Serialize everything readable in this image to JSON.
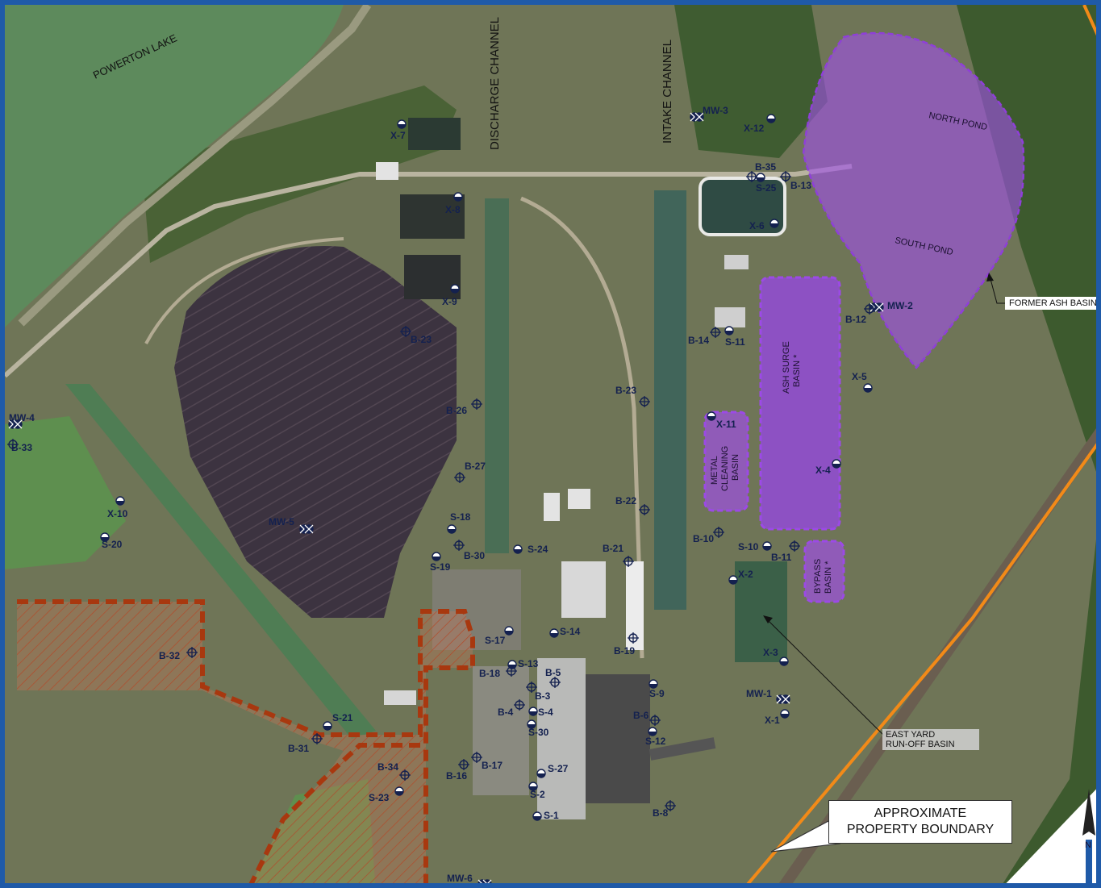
{
  "map": {
    "areas": {
      "powerton_lake": "POWERTON LAKE",
      "discharge_channel": "DISCHARGE CHANNEL",
      "intake_channel": "INTAKE CHANNEL",
      "north_pond": "NORTH POND",
      "south_pond": "SOUTH POND",
      "ash_surge_line1": "ASH SURGE",
      "ash_surge_line2": "BASIN *",
      "metal_line1": "METAL",
      "metal_line2": "CLEANING",
      "metal_line3": "BASIN",
      "bypass_line1": "BYPASS",
      "bypass_line2": "BASIN *"
    },
    "former_ash_basin": "FORMER ASH BASIN *",
    "east_yard_line1": "EAST YARD",
    "east_yard_line2": "RUN-OFF BASIN",
    "property_boundary_line1": "APPROXIMATE",
    "property_boundary_line2": "PROPERTY BOUNDARY",
    "north_arrow": "N",
    "wells": [
      {
        "id": "MW-3",
        "type": "monitor"
      },
      {
        "id": "X-12",
        "type": "half"
      },
      {
        "id": "X-7",
        "type": "half"
      },
      {
        "id": "X-8",
        "type": "half"
      },
      {
        "id": "X-9",
        "type": "half"
      },
      {
        "id": "B-35",
        "type": "boring"
      },
      {
        "id": "S-25",
        "type": "half"
      },
      {
        "id": "B-13",
        "type": "boring"
      },
      {
        "id": "X-6",
        "type": "half"
      },
      {
        "id": "MW-2",
        "type": "monitor"
      },
      {
        "id": "B-12",
        "type": "boring"
      },
      {
        "id": "B-23",
        "type": "boring"
      },
      {
        "id": "B-14",
        "type": "boring"
      },
      {
        "id": "S-11",
        "type": "half"
      },
      {
        "id": "X-5",
        "type": "half"
      },
      {
        "id": "B-26",
        "type": "boring"
      },
      {
        "id": "B-23",
        "type": "boring"
      },
      {
        "id": "X-11",
        "type": "half"
      },
      {
        "id": "MW-4",
        "type": "monitor"
      },
      {
        "id": "B-33",
        "type": "boring"
      },
      {
        "id": "X-4",
        "type": "half"
      },
      {
        "id": "B-27",
        "type": "boring"
      },
      {
        "id": "B-22",
        "type": "boring"
      },
      {
        "id": "X-10",
        "type": "half"
      },
      {
        "id": "MW-5",
        "type": "monitor"
      },
      {
        "id": "S-18",
        "type": "half"
      },
      {
        "id": "S-20",
        "type": "half"
      },
      {
        "id": "B-10",
        "type": "boring"
      },
      {
        "id": "S-10",
        "type": "half"
      },
      {
        "id": "B-11",
        "type": "boring"
      },
      {
        "id": "S-24",
        "type": "half"
      },
      {
        "id": "B-30",
        "type": "boring"
      },
      {
        "id": "S-19",
        "type": "half"
      },
      {
        "id": "B-21",
        "type": "boring"
      },
      {
        "id": "X-2",
        "type": "half"
      },
      {
        "id": "S-14",
        "type": "half"
      },
      {
        "id": "S-17",
        "type": "half"
      },
      {
        "id": "B-19",
        "type": "boring"
      },
      {
        "id": "B-32",
        "type": "boring"
      },
      {
        "id": "X-3",
        "type": "half"
      },
      {
        "id": "S-13",
        "type": "half"
      },
      {
        "id": "B-18",
        "type": "boring"
      },
      {
        "id": "B-5",
        "type": "boring"
      },
      {
        "id": "S-9",
        "type": "half"
      },
      {
        "id": "B-3",
        "type": "boring"
      },
      {
        "id": "MW-1",
        "type": "monitor"
      },
      {
        "id": "X-1",
        "type": "half"
      },
      {
        "id": "B-4",
        "type": "boring"
      },
      {
        "id": "S-4",
        "type": "half"
      },
      {
        "id": "B-6",
        "type": "boring"
      },
      {
        "id": "S-21",
        "type": "half"
      },
      {
        "id": "S-30",
        "type": "half"
      },
      {
        "id": "S-12",
        "type": "half"
      },
      {
        "id": "B-31",
        "type": "boring"
      },
      {
        "id": "B-17",
        "type": "boring"
      },
      {
        "id": "B-16",
        "type": "boring"
      },
      {
        "id": "B-34",
        "type": "boring"
      },
      {
        "id": "S-27",
        "type": "half"
      },
      {
        "id": "S-23",
        "type": "half"
      },
      {
        "id": "S-2",
        "type": "half"
      },
      {
        "id": "S-1",
        "type": "half"
      },
      {
        "id": "B-8",
        "type": "boring"
      },
      {
        "id": "MW-6",
        "type": "monitor"
      }
    ]
  }
}
